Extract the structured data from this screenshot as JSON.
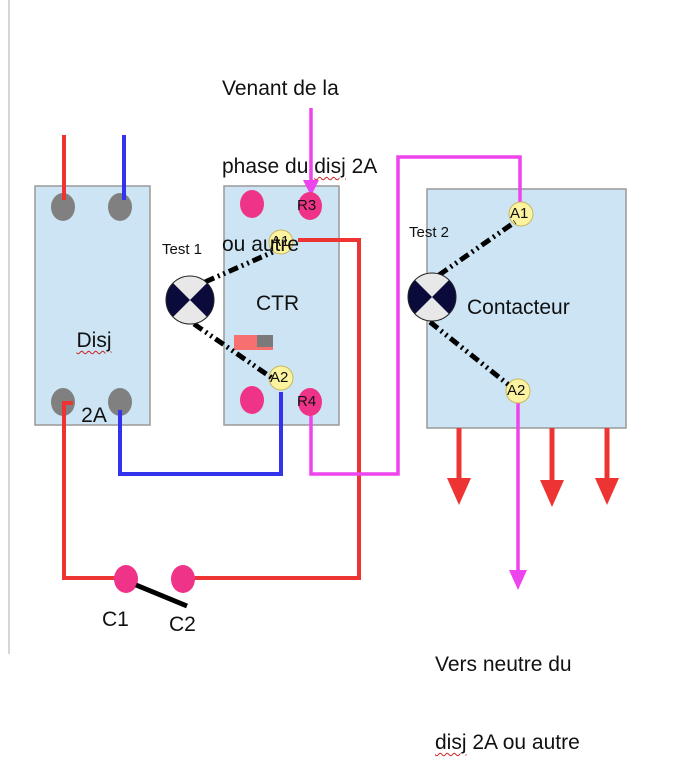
{
  "colors": {
    "phase": "#ee3333",
    "neutral": "#3333ee",
    "control": "#ee44ee",
    "box_fill": "#cce4f3",
    "box_stroke": "#999999",
    "terminal_grey": "#808080",
    "terminal_pink": "#ee3388",
    "coil_terminal": "#fbf3a0",
    "lamp_dark": "#0b0b3b",
    "lamp_light": "#e8e8e8",
    "switch_line": "#000000"
  },
  "annotations": {
    "top_line1": "Venant de la",
    "top_line2_a": "phase du ",
    "top_line2_b": "disj",
    "top_line2_c": " 2A",
    "top_line3": "ou autre",
    "bottom_line1": "Vers neutre du",
    "bottom_line2_a": "disj",
    "bottom_line2_b": " 2A ou autre"
  },
  "components": {
    "breaker": {
      "label_line1": "Disj",
      "label_line2": "2A"
    },
    "ctr": {
      "label": "CTR",
      "terminals": [
        "R3",
        "A1",
        "A2",
        "R4"
      ]
    },
    "contactor": {
      "label": "Contacteur",
      "terminals": [
        "A1",
        "A2"
      ]
    },
    "test1": {
      "label": "Test 1"
    },
    "test2": {
      "label": "Test 2"
    },
    "switch": {
      "c1": "C1",
      "c2": "C2"
    }
  },
  "icons": {
    "test_lamp": "lamp-icon",
    "arrow_down": "arrow-down-icon"
  }
}
